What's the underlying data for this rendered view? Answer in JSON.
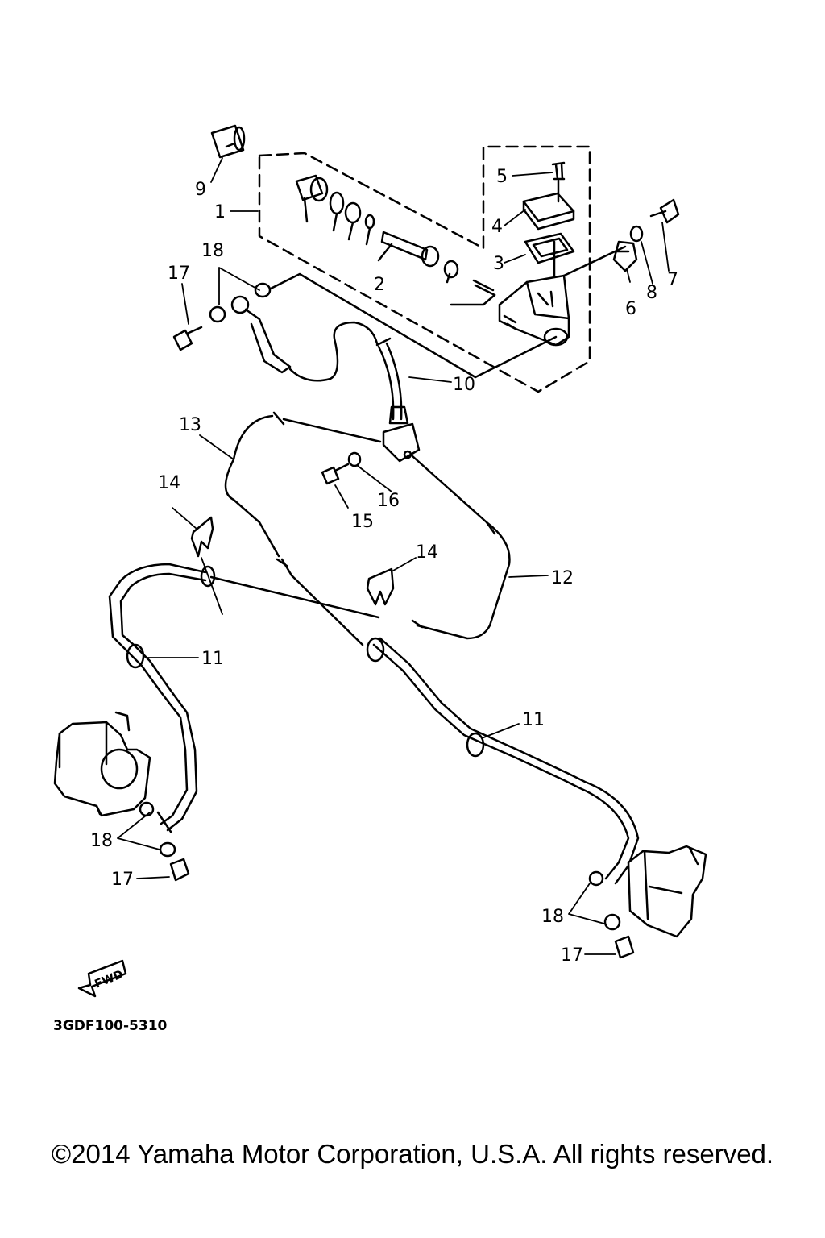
{
  "diagram": {
    "labels": {
      "p1": "1",
      "p2": "2",
      "p3": "3",
      "p4": "4",
      "p5": "5",
      "p6": "6",
      "p7": "7",
      "p8": "8",
      "p9": "9",
      "p10": "10",
      "p11a": "11",
      "p11b": "11",
      "p12": "12",
      "p13": "13",
      "p14a": "14",
      "p14b": "14",
      "p15": "15",
      "p16": "16",
      "p17a": "17",
      "p17b": "17",
      "p17c": "17",
      "p18a": "18",
      "p18b": "18",
      "p18c": "18"
    },
    "fwd_label": "FWD",
    "code": "3GDF100-5310"
  },
  "copyright": "©2014 Yamaha Motor Corporation, U.S.A. All rights reserved."
}
